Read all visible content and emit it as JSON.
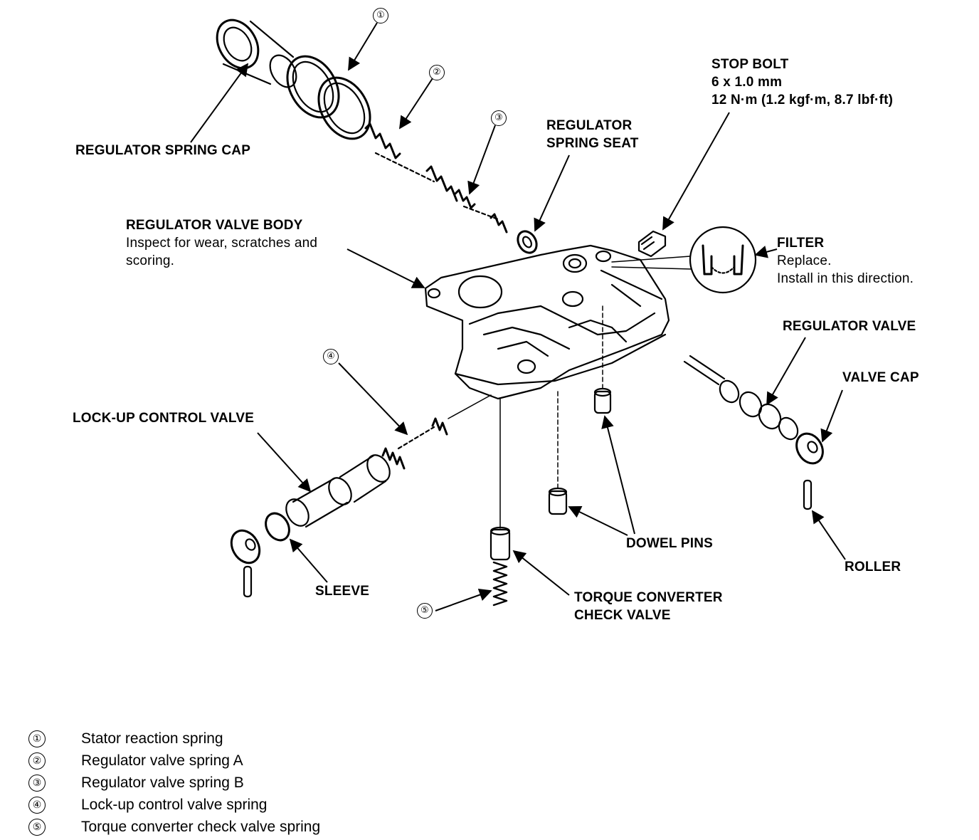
{
  "labels": {
    "regulator_spring_cap": "REGULATOR SPRING CAP",
    "regulator_spring_seat": [
      "REGULATOR",
      "SPRING SEAT"
    ],
    "stop_bolt": {
      "title": "STOP BOLT",
      "size": "6 x 1.0 mm",
      "torque": "12 N·m (1.2 kgf·m, 8.7 lbf·ft)"
    },
    "regulator_valve_body": {
      "title": "REGULATOR VALVE BODY",
      "note": [
        "Inspect for wear, scratches and",
        "scoring."
      ]
    },
    "filter": {
      "title": "FILTER",
      "note": [
        "Replace.",
        "Install in this direction."
      ]
    },
    "regulator_valve": "REGULATOR VALVE",
    "valve_cap": "VALVE CAP",
    "lockup_control_valve": "LOCK-UP CONTROL VALVE",
    "dowel_pins": "DOWEL PINS",
    "roller": "ROLLER",
    "sleeve": "SLEEVE",
    "torque_converter_check_valve": [
      "TORQUE CONVERTER",
      "CHECK VALVE"
    ]
  },
  "callouts": [
    "①",
    "②",
    "③",
    "④",
    "⑤"
  ],
  "legend": [
    {
      "num": "①",
      "text": "Stator reaction spring"
    },
    {
      "num": "②",
      "text": "Regulator valve spring A"
    },
    {
      "num": "③",
      "text": "Regulator valve spring B"
    },
    {
      "num": "④",
      "text": "Lock-up control valve spring"
    },
    {
      "num": "⑤",
      "text": "Torque converter check valve spring"
    }
  ]
}
